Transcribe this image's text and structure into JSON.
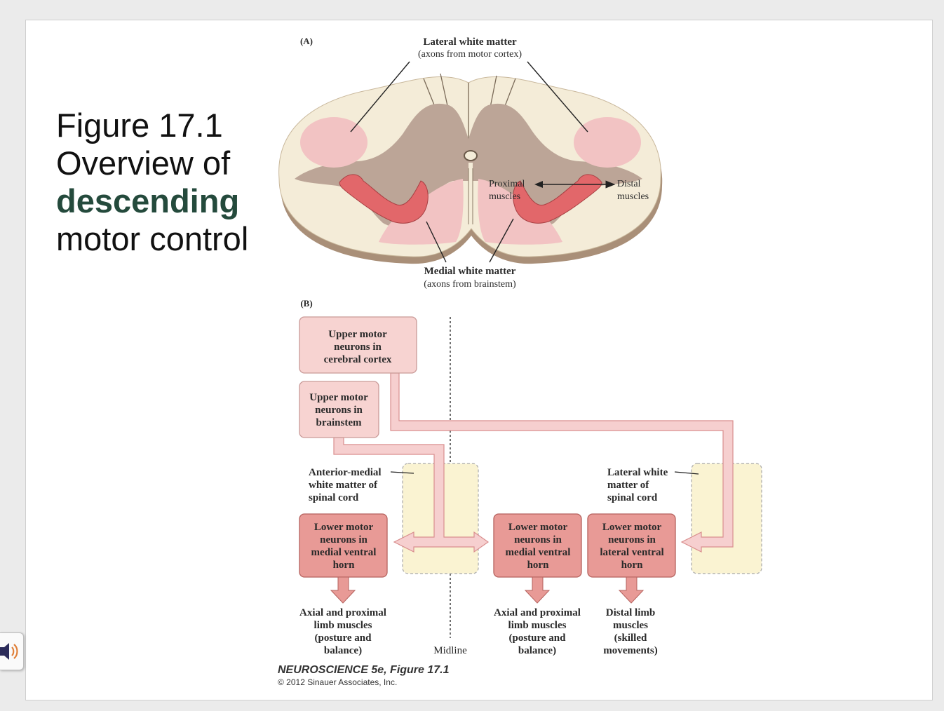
{
  "slide": {
    "title_line1": "Figure 17.1",
    "title_line2": "Overview of",
    "title_highlight": "descending",
    "title_line4": "motor control",
    "highlight_color": "#244a3c"
  },
  "panel_a": {
    "tag": "(A)",
    "lateral_title": "Lateral white matter",
    "lateral_sub": "(axons from motor cortex)",
    "medial_title": "Medial white matter",
    "medial_sub": "(axons from brainstem)",
    "proximal_1": "Proximal",
    "proximal_2": "muscles",
    "distal_1": "Distal",
    "distal_2": "muscles"
  },
  "panel_b": {
    "tag": "(B)",
    "umn_cortex": [
      "Upper motor",
      "neurons in",
      "cerebral cortex"
    ],
    "umn_brainstem": [
      "Upper motor",
      "neurons in",
      "brainstem"
    ],
    "anterior_medial": [
      "Anterior-medial",
      "white matter of",
      "spinal cord"
    ],
    "lateral_white": [
      "Lateral white",
      "matter of",
      "spinal cord"
    ],
    "lmn_medial_left": [
      "Lower motor",
      "neurons in",
      "medial ventral",
      "horn"
    ],
    "lmn_medial_right": [
      "Lower motor",
      "neurons in",
      "medial ventral",
      "horn"
    ],
    "lmn_lateral": [
      "Lower motor",
      "neurons in",
      "lateral ventral",
      "horn"
    ],
    "axial_left": [
      "Axial and proximal",
      "limb muscles",
      "(posture and",
      "balance)"
    ],
    "axial_right": [
      "Axial and proximal",
      "limb muscles",
      "(posture and",
      "balance)"
    ],
    "distal": [
      "Distal limb",
      "muscles",
      "(skilled",
      "movements)"
    ],
    "midline": "Midline"
  },
  "credit": {
    "book": "NEUROSCIENCE 5e, Figure 17.1",
    "copyright": "© 2012 Sinauer Associates, Inc."
  },
  "audio": {
    "icon": "speaker-icon"
  }
}
